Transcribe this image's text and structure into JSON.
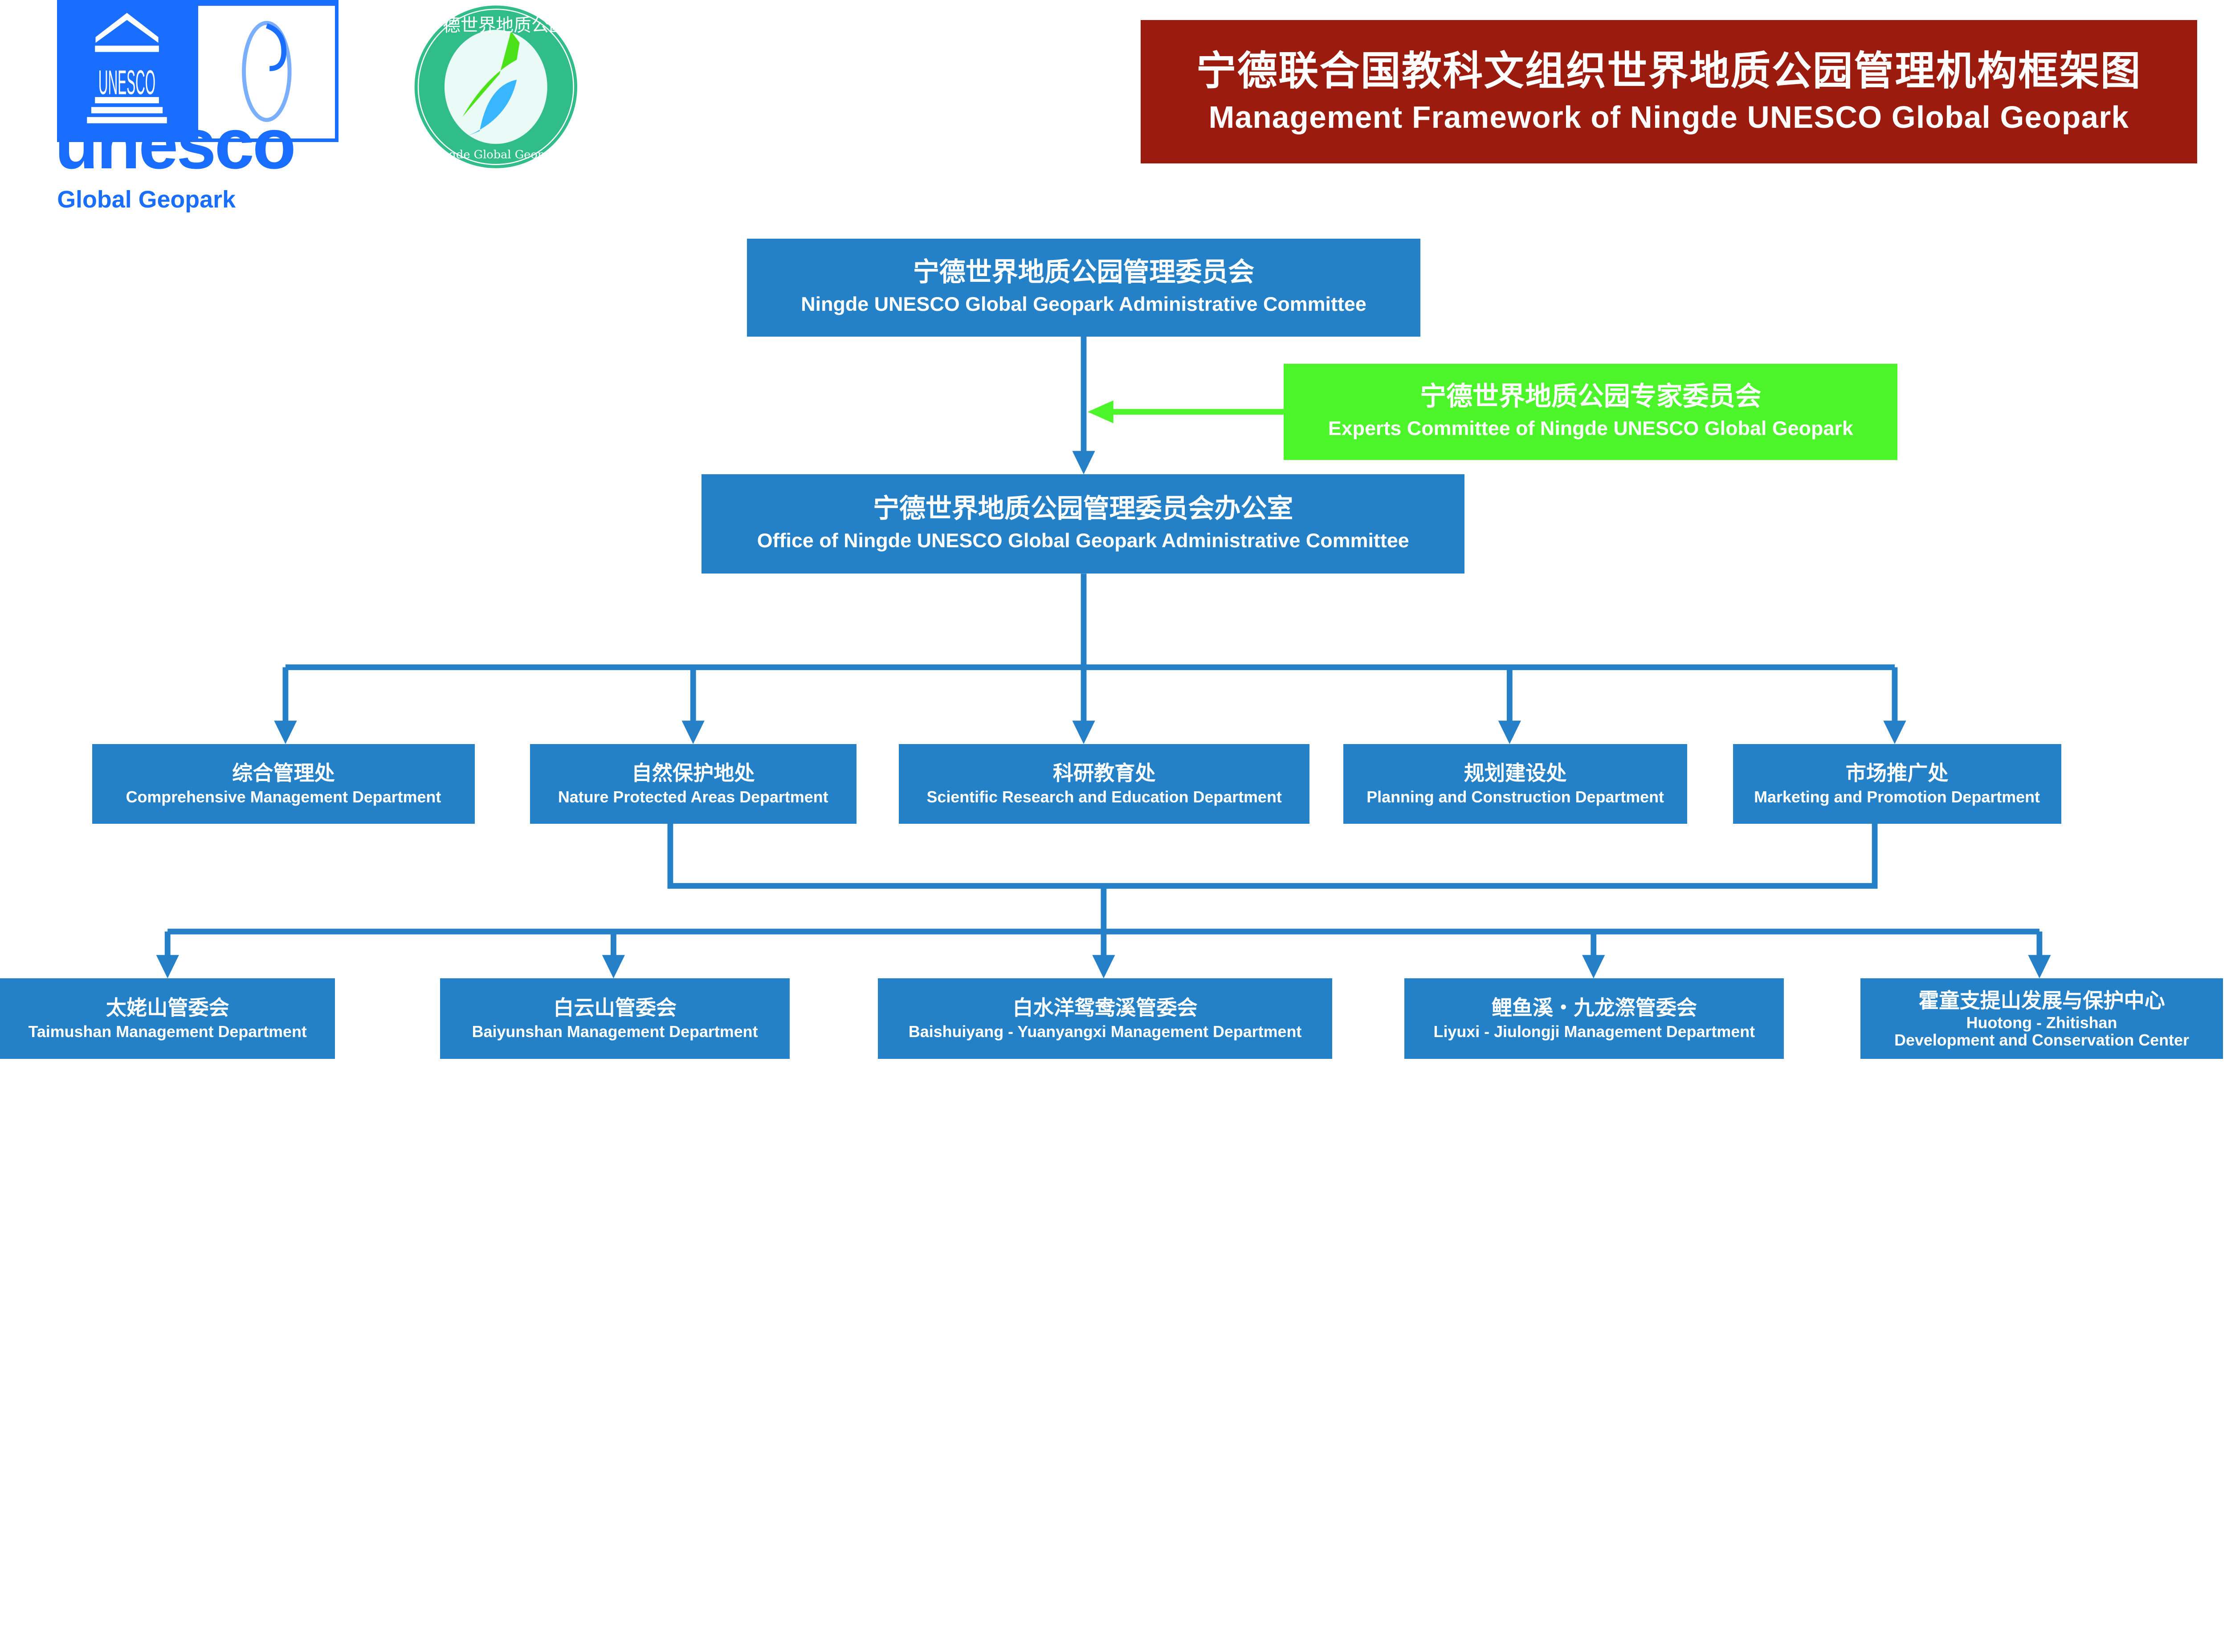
{
  "logos": {
    "unesco_emblem_text": "UNESCO",
    "unesco_wordmark": "unesco",
    "unesco_subtitle": "Global Geopark",
    "seal_text_zh": "宁德世界地质公园",
    "seal_text_en": "Ningde Global Geopark"
  },
  "title": {
    "zh": "宁德联合国教科文组织世界地质公园管理机构框架图",
    "en": "Management Framework of Ningde UNESCO Global Geopark"
  },
  "colors": {
    "box_blue": "#2581c7",
    "line_blue": "#2680c8",
    "expert_green": "#4cf52a",
    "title_red": "#9b1b0e",
    "unesco_blue": "#1a6eff",
    "seal_green": "#30bd8a"
  },
  "admin_committee": {
    "zh": "宁德世界地质公园管理委员会",
    "en": "Ningde UNESCO Global Geopark Administrative Committee"
  },
  "experts_committee": {
    "zh": "宁德世界地质公园专家委员会",
    "en": "Experts Committee of Ningde UNESCO Global Geopark"
  },
  "office": {
    "zh": "宁德世界地质公园管理委员会办公室",
    "en": "Office of Ningde UNESCO Global Geopark Administrative Committee"
  },
  "departments": [
    {
      "zh": "综合管理处",
      "en": "Comprehensive Management Department"
    },
    {
      "zh": "自然保护地处",
      "en": "Nature Protected Areas Department"
    },
    {
      "zh": "科研教育处",
      "en": "Scientific Research and Education Department"
    },
    {
      "zh": "规划建设处",
      "en": "Planning and Construction Department"
    },
    {
      "zh": "市场推广处",
      "en": "Marketing and Promotion Department"
    }
  ],
  "management_units": [
    {
      "zh": "太姥山管委会",
      "en": "Taimushan Management Department"
    },
    {
      "zh": "白云山管委会",
      "en": "Baiyunshan Management Department"
    },
    {
      "zh": "白水洋鸳鸯溪管委会",
      "en": "Baishuiyang - Yuanyangxi Management Department"
    },
    {
      "zh": "鲤鱼溪・九龙漈管委会",
      "en": "Liyuxi - Jiulongji Management Department"
    },
    {
      "zh": "霍童支提山发展与保护中心",
      "en": "Huotong - Zhitishan",
      "en2": "Development and Conservation Center"
    }
  ]
}
